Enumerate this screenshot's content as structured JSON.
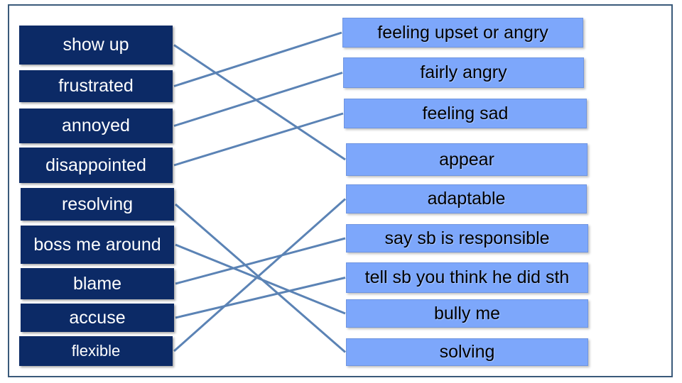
{
  "terms": [
    "show up",
    "frustrated",
    "annoyed",
    "disappointed",
    "resolving",
    "boss me around",
    "blame",
    "accuse",
    "flexible"
  ],
  "definitions": [
    "feeling upset or angry",
    "fairly angry",
    "feeling sad",
    "appear",
    "adaptable",
    "say sb is responsible",
    "tell sb you think he did sth",
    "bully me",
    "solving"
  ],
  "matches": [
    {
      "term": "show up",
      "definition": "appear"
    },
    {
      "term": "frustrated",
      "definition": "feeling upset or angry"
    },
    {
      "term": "annoyed",
      "definition": "fairly angry"
    },
    {
      "term": "disappointed",
      "definition": "feeling sad"
    },
    {
      "term": "resolving",
      "definition": "solving"
    },
    {
      "term": "boss me around",
      "definition": "bully me"
    },
    {
      "term": "blame",
      "definition": "say sb is responsible"
    },
    {
      "term": "accuse",
      "definition": "tell sb you think he did sth"
    },
    {
      "term": "flexible",
      "definition": "adaptable"
    }
  ],
  "colors": {
    "term_box": "#0c2a66",
    "definition_box": "#7da7fb",
    "connector": "#5b83b5",
    "frame": "#3a5a7a"
  }
}
